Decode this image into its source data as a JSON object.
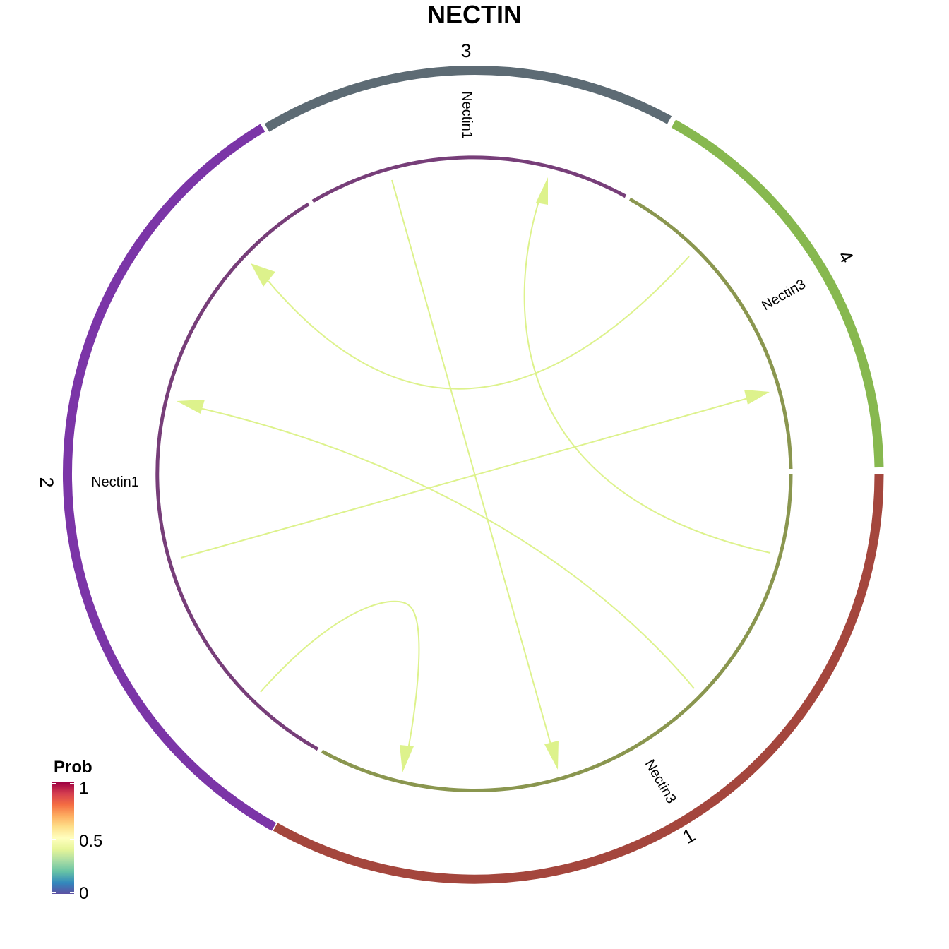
{
  "title": "NECTIN",
  "groups": [
    {
      "label": "1",
      "color": "#A4463D"
    },
    {
      "label": "2",
      "color": "#7B35A7"
    },
    {
      "label": "3",
      "color": "#5D6B74"
    },
    {
      "label": "4",
      "color": "#87B84F"
    }
  ],
  "genes": [
    {
      "label": "Nectin3",
      "group": "1"
    },
    {
      "label": "Nectin1",
      "group": "2"
    },
    {
      "label": "Nectin1",
      "group": "3"
    },
    {
      "label": "Nectin3",
      "group": "4"
    }
  ],
  "inner_track_colors": {
    "ligand": "#773E79",
    "receptor": "#8A964F"
  },
  "link_color": "#DDF28C",
  "legend": {
    "title": "Prob",
    "ticks": [
      "1",
      "0.5",
      "0"
    ],
    "colors": [
      "#5E4FA2",
      "#3288BD",
      "#66C2A5",
      "#ABDDA4",
      "#E6F598",
      "#FFFFBF",
      "#FEE08B",
      "#FDAE61",
      "#F46D43",
      "#D53E4F",
      "#9E0142"
    ]
  }
}
